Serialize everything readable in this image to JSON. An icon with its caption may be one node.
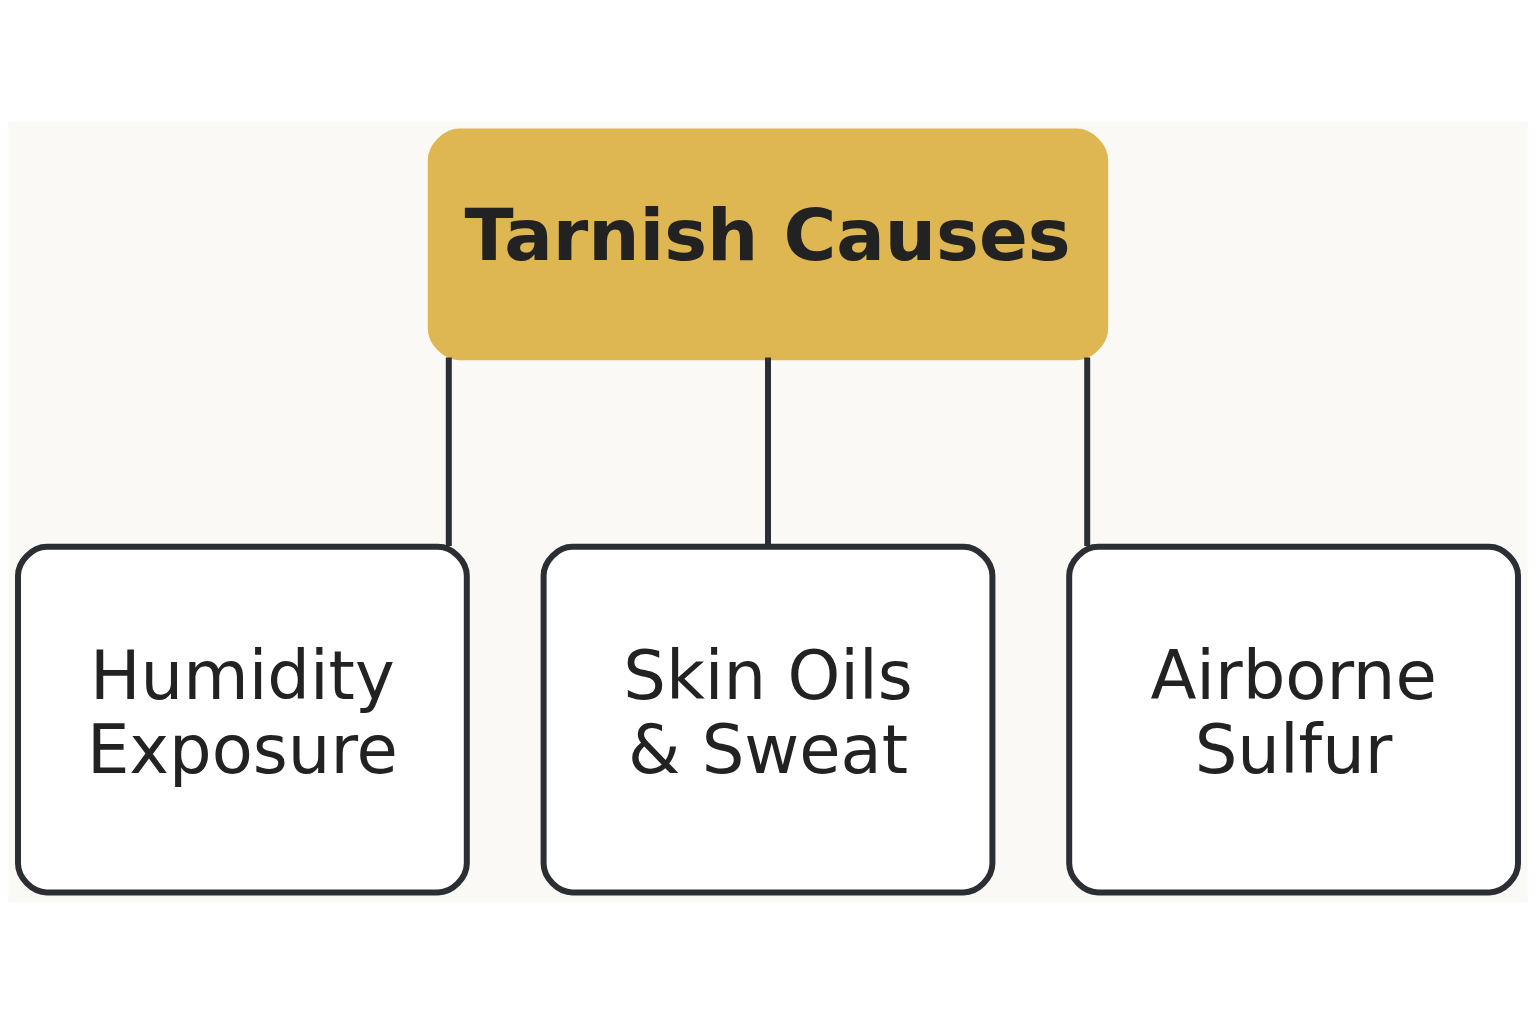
{
  "diagram": {
    "nodes": [
      {
        "text": [
          "Tarnish Causes"
        ]
      },
      {
        "text": [
          "Humidity Exposure"
        ]
      },
      {
        "text": [
          "Skin Oils & Sweat"
        ]
      },
      {
        "text": [
          "Airborne Sulfur"
        ]
      }
    ],
    "edges": [
      {
        "from": 0,
        "to": 1,
        "arrow": "none"
      },
      {
        "from": 0,
        "to": 2,
        "arrow": "none"
      },
      {
        "from": 0,
        "to": 3,
        "arrow": "none"
      }
    ]
  }
}
